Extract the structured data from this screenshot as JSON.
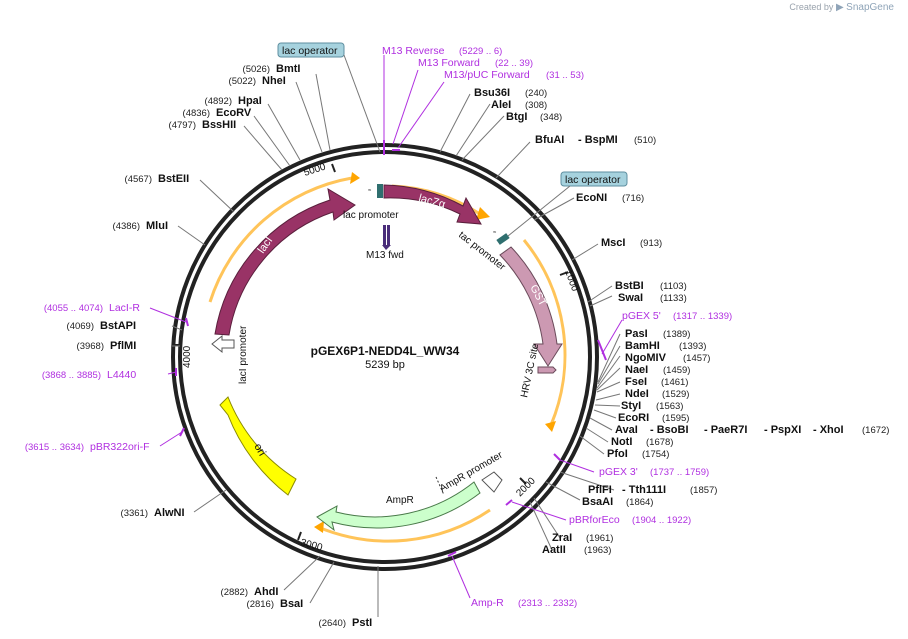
{
  "credit": {
    "prefix": "Created by",
    "brand": "SnapGene"
  },
  "plasmid": {
    "name": "pGEX6P1-NEDD4L_WW34",
    "size": "5239 bp"
  },
  "scale_labels": [
    "1000",
    "2000",
    "3000",
    "4000",
    "5000"
  ],
  "enzymes": {
    "bmti": {
      "name": "BmtI",
      "pos": "(5026)"
    },
    "nhei": {
      "name": "NheI",
      "pos": "(5022)"
    },
    "hpai": {
      "name": "HpaI",
      "pos": "(4892)"
    },
    "ecorv": {
      "name": "EcoRV",
      "pos": "(4836)"
    },
    "bsshii": {
      "name": "BssHII",
      "pos": "(4797)"
    },
    "bsteii": {
      "name": "BstEII",
      "pos": "(4567)"
    },
    "mlui": {
      "name": "MluI",
      "pos": "(4386)"
    },
    "bstapi": {
      "name": "BstAPI",
      "pos": "(4069)"
    },
    "pflmi": {
      "name": "PflMI",
      "pos": "(3968)"
    },
    "alwni": {
      "name": "AlwNI",
      "pos": "(3361)"
    },
    "ahdi": {
      "name": "AhdI",
      "pos": "(2882)"
    },
    "bsai": {
      "name": "BsaI",
      "pos": "(2816)"
    },
    "psti": {
      "name": "PstI",
      "pos": "(2640)"
    },
    "bsu36i": {
      "name": "Bsu36I",
      "pos": "(240)"
    },
    "alei": {
      "name": "AleI",
      "pos": "(308)"
    },
    "btgi": {
      "name": "BtgI",
      "pos": "(348)"
    },
    "bfuai": {
      "name": "BfuAI",
      "pos": ""
    },
    "bspmi": {
      "name": "- BspMI",
      "pos": "(510)"
    },
    "econi": {
      "name": "EcoNI",
      "pos": "(716)"
    },
    "msci": {
      "name": "MscI",
      "pos": "(913)"
    },
    "bstbi": {
      "name": "BstBI",
      "pos": "(1103)"
    },
    "swai": {
      "name": "SwaI",
      "pos": "(1133)"
    },
    "pasi": {
      "name": "PasI",
      "pos": "(1389)"
    },
    "bamhi": {
      "name": "BamHI",
      "pos": "(1393)"
    },
    "ngomiv": {
      "name": "NgoMIV",
      "pos": "(1457)"
    },
    "naei": {
      "name": "NaeI",
      "pos": "(1459)"
    },
    "fsei": {
      "name": "FseI",
      "pos": "(1461)"
    },
    "ndei": {
      "name": "NdeI",
      "pos": "(1529)"
    },
    "styi": {
      "name": "StyI",
      "pos": "(1563)"
    },
    "ecori": {
      "name": "EcoRI",
      "pos": "(1595)"
    },
    "avai": {
      "name": "AvaI",
      "pos": ""
    },
    "bsobi": {
      "name": "- BsoBI",
      "pos": ""
    },
    "paer7i": {
      "name": "- PaeR7I",
      "pos": ""
    },
    "pspxi": {
      "name": "- PspXI",
      "pos": ""
    },
    "xhoi": {
      "name": "- XhoI",
      "pos": "(1672)"
    },
    "noti": {
      "name": "NotI",
      "pos": "(1678)"
    },
    "pfoi": {
      "name": "PfoI",
      "pos": "(1754)"
    },
    "pflfi": {
      "name": "PflFI",
      "pos": ""
    },
    "tth111i": {
      "name": "- Tth111I",
      "pos": "(1857)"
    },
    "bsaai": {
      "name": "BsaAI",
      "pos": "(1864)"
    },
    "zrai": {
      "name": "ZraI",
      "pos": "(1961)"
    },
    "aatii": {
      "name": "AatII",
      "pos": "(1963)"
    }
  },
  "primers": {
    "m13rev": {
      "name": "M13 Reverse",
      "pos": "(5229 .. 6)"
    },
    "m13fwd": {
      "name": "M13 Forward",
      "pos": "(22 .. 39)"
    },
    "m13puc": {
      "name": "M13/pUC Forward",
      "pos": "(31 .. 53)"
    },
    "pgex5": {
      "name": "pGEX 5'",
      "pos": "(1317 .. 1339)"
    },
    "pgex3": {
      "name": "pGEX 3'",
      "pos": "(1737 .. 1759)"
    },
    "pbrforeco": {
      "name": "pBRforEco",
      "pos": "(1904 .. 1922)"
    },
    "ampr": {
      "name": "Amp-R",
      "pos": "(2313 .. 2332)"
    },
    "pbr322ori": {
      "name": "pBR322ori-F",
      "pos": "(3615 .. 3634)"
    },
    "l4440": {
      "name": "L4440",
      "pos": "(3868 .. 3885)"
    },
    "laci_r": {
      "name": "LacI-R",
      "pos": "(4055 .. 4074)"
    }
  },
  "features": {
    "lac_operator_1": "lac operator",
    "lac_operator_2": "lac operator",
    "lac_promoter": "lac promoter",
    "m13_fwd": "M13 fwd",
    "laczalpha": "lacZα",
    "tac_promoter": "tac promoter",
    "gst": "GST",
    "hrv_3c_site": "HRV 3C site",
    "laci": "lacI",
    "laci_promoter": "lacI promoter",
    "ori": "ori",
    "ampr": "AmpR",
    "ampr_promoter": "AmpR promoter"
  },
  "colors": {
    "laci": "#993366",
    "laczalpha": "#993366",
    "gst": "#cc99b2",
    "ori": "#ffff00",
    "ampr": "#ccffcc",
    "orf_orange": "#ffa500",
    "operator_box": "#a6d2de",
    "primer": "#b02fe0",
    "backbone": "#222222"
  }
}
